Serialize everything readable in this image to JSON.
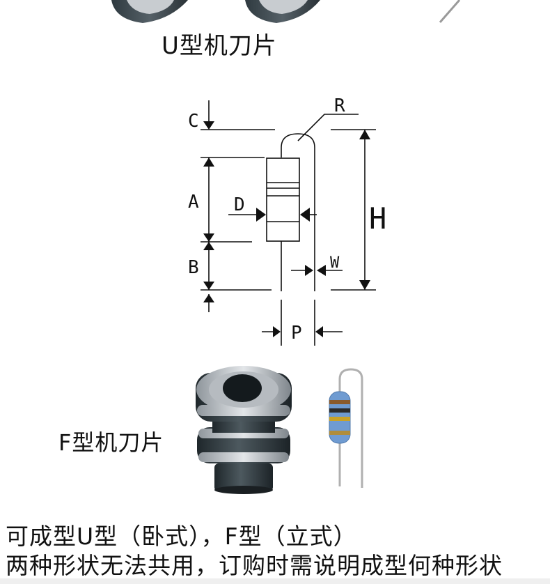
{
  "captions": {
    "u_type": "U型机刀片",
    "f_type": "F型机刀片"
  },
  "diagram": {
    "labels": {
      "c": "C",
      "a": "A",
      "b": "B",
      "d": "D",
      "r": "R",
      "h": "H",
      "w": "W",
      "p": "P"
    }
  },
  "notes": {
    "line1": "可成型U型（卧式），F型（立式）",
    "line2": "两种形状无法共用，订购时需说明成型何种形状"
  },
  "colors": {
    "steel": "#b9bec4",
    "dark_ring": "#2f3a40",
    "resistor_body": "#6f9bd1",
    "lead": "#b7b7b7"
  }
}
